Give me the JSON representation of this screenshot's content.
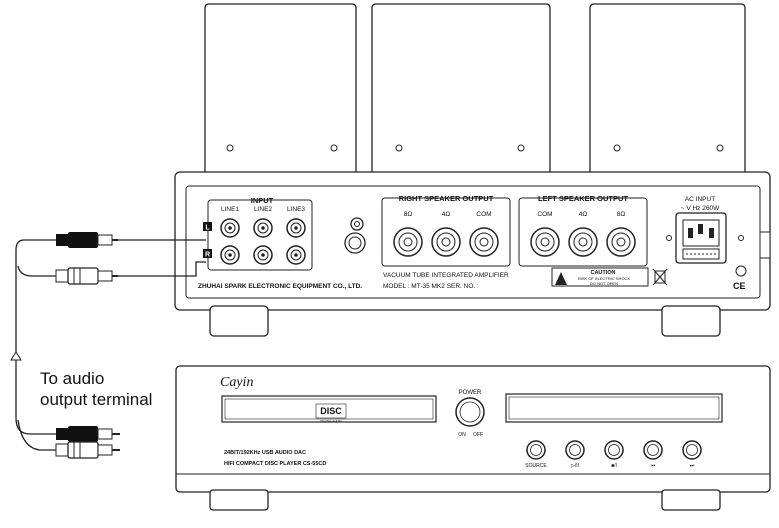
{
  "amplifier": {
    "input_title": "INPUT",
    "line_labels": [
      "LINE1",
      "LINE2",
      "LINE3"
    ],
    "right_speaker_title": "RIGHT SPEAKER OUTPUT",
    "left_speaker_title": "LEFT SPEAKER OUTPUT",
    "right_impedances": [
      "8Ω",
      "4Ω",
      "COM"
    ],
    "left_impedances": [
      "COM",
      "4Ω",
      "8Ω"
    ],
    "lr_markers": [
      "L",
      "R"
    ],
    "manufacturer": "ZHUHAI SPARK ELECTRONIC EQUIPMENT CO., LTD.",
    "product_name": "VACUUM TUBE INTEGRATED AMPLIFIER",
    "model_line": "MODEL : MT-35 MK2     SER. NO. :",
    "ac_input_title": "AC INPUT",
    "ac_input_spec": "~  V    Hz  260W",
    "caution_title": "CAUTION",
    "caution_lines": [
      "RISK OF ELECTRIC SHOCK",
      "DO NOT OPEN"
    ],
    "ce_mark": "CE"
  },
  "cd_player": {
    "brand": "Cayin",
    "power_label": "POWER",
    "power_states": [
      "ON",
      "OFF"
    ],
    "disc_logo_main": "DISC",
    "disc_logo_sub": "DIGITAL AUDIO",
    "spec_line1": "24BIT/192KHz USB AUDIO DAC",
    "spec_line2": "HIFI COMPACT DISC PLAYER CS-55CD",
    "button_labels": [
      "SOURCE",
      "▷/II",
      "■/I",
      "⏮",
      "⏭"
    ]
  },
  "caption": {
    "line1": "To audio",
    "line2": "output terminal"
  }
}
